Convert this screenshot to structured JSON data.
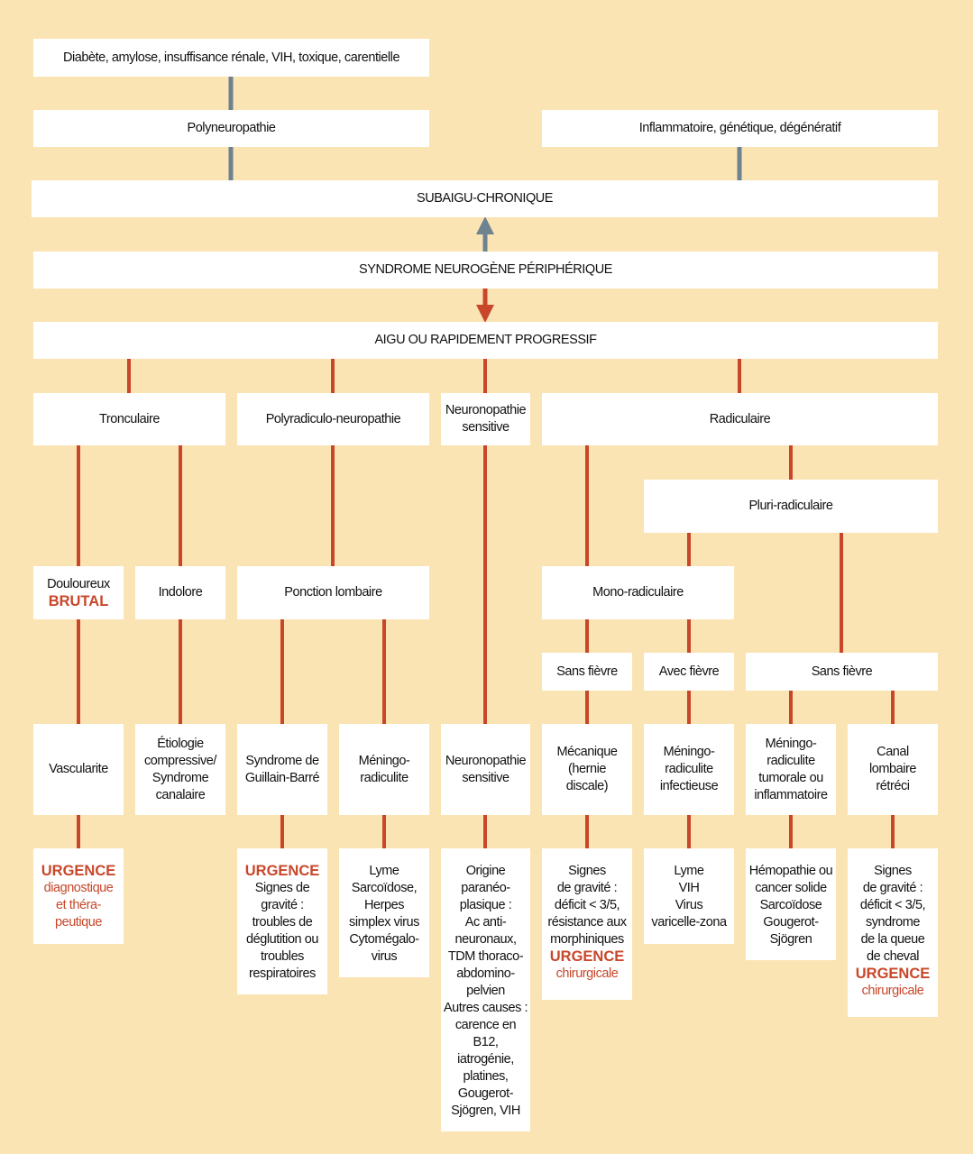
{
  "colors": {
    "background": "#FBE4B4",
    "acute": "#C8472A",
    "chronic": "#6E8290",
    "box": "#FFFFFF"
  },
  "chronic_branch": {
    "causes_left": "Diabète, amylose, insuffisance rénale, VIH, toxique, carentielle",
    "polyneuropathie": "Polyneuropathie",
    "causes_right": "Inflammatoire, génétique, dégénératif",
    "subaigu": "SUBAIGU-CHRONIQUE"
  },
  "root": "SYNDROME NEUROGÈNE PÉRIPHÉRIQUE",
  "acute_branch": {
    "aigu": "AIGU OU RAPIDEMENT PROGRESSIF",
    "tronculaire": "Tronculaire",
    "polyradiculo": "Polyradiculo-neuropathie",
    "neuronopathie": "Neuronopathie\nsensitive",
    "radiculaire": "Radiculaire",
    "pluri": "Pluri-radiculaire",
    "douloureux": "Douloureux",
    "brutal": "BRUTAL",
    "indolore": "Indolore",
    "ponction": "Ponction lombaire",
    "mono": "Mono-radiculaire",
    "sans_fievre_1": "Sans fièvre",
    "avec_fievre": "Avec fièvre",
    "sans_fievre_2": "Sans fièvre"
  },
  "diagnoses": {
    "vascularite": "Vascularite",
    "etiologie": "Étiologie\ncompressive/\nSyndrome\ncanalaire",
    "guillain": "Syndrome de\nGuillain-Barré",
    "meningo": "Méningo-\nradiculite",
    "neuronopathie": "Neuronopathie\nsensitive",
    "mecanique": "Mécanique\n(hernie\ndiscale)",
    "meningo_inf": "Méningo-\nradiculite\ninfectieuse",
    "meningo_tum": "Méningo-\nradiculite\ntumorale ou\ninflammatoire",
    "canal": "Canal\nlombaire\nrétréci"
  },
  "details": {
    "vascularite": {
      "urgent": "URGENCE",
      "urgent_sub": "diagnostique\net théra-\npeutique"
    },
    "guillain": {
      "urgent": "URGENCE",
      "text": "Signes de\ngravité :\ntroubles de\ndéglutition ou\ntroubles\nrespiratoires"
    },
    "meningo": {
      "text": "Lyme\nSarcoïdose,\nHerpes\nsimplex virus\nCytomégalo-\nvirus"
    },
    "neuronopathie": {
      "text": "Origine\nparanéo-\nplasique :\nAc anti-\nneuronaux,\nTDM thoraco-\nabdomino-\npelvien\nAutres causes :\ncarence en\nB12,\niatrogénie,\nplatines,\nGougerot-\nSjögren, VIH"
    },
    "mecanique": {
      "text": "Signes\nde gravité :\ndéficit < 3/5,\nrésistance aux\nmorphiniques",
      "urgent": "URGENCE",
      "urgent_sub": "chirurgicale"
    },
    "meningo_inf": {
      "text": "Lyme\nVIH\nVirus\nvaricelle-zona"
    },
    "meningo_tum": {
      "text": "Hémopathie ou\ncancer solide\nSarcoïdose\nGougerot-\nSjögren"
    },
    "canal": {
      "text": "Signes\nde gravité :\ndéficit < 3/5,\nsyndrome\nde la queue\nde cheval",
      "urgent": "URGENCE",
      "urgent_sub": "chirurgicale"
    }
  }
}
